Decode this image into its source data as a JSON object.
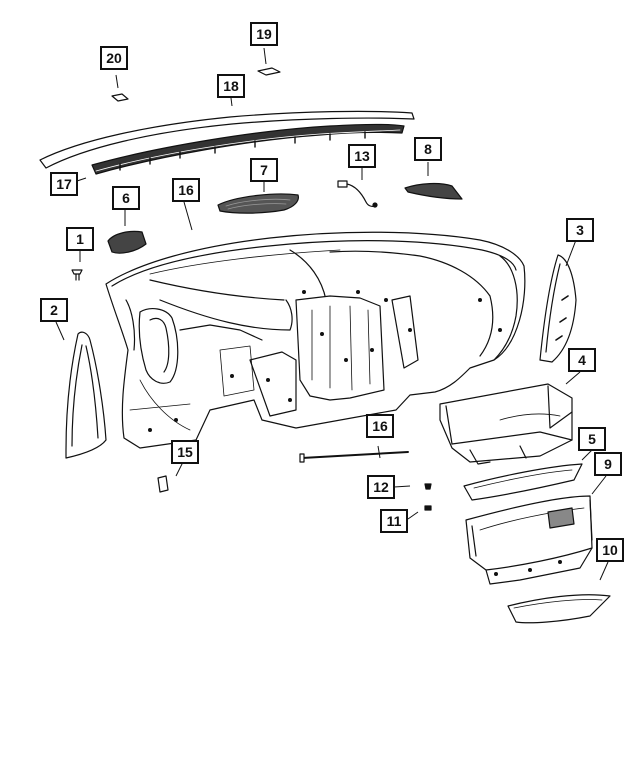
{
  "diagram": {
    "callouts": [
      {
        "id": "c1",
        "label": "1"
      },
      {
        "id": "c2",
        "label": "2"
      },
      {
        "id": "c3",
        "label": "3"
      },
      {
        "id": "c4",
        "label": "4"
      },
      {
        "id": "c5",
        "label": "5"
      },
      {
        "id": "c6",
        "label": "6"
      },
      {
        "id": "c7",
        "label": "7"
      },
      {
        "id": "c8",
        "label": "8"
      },
      {
        "id": "c9",
        "label": "9"
      },
      {
        "id": "c10",
        "label": "10"
      },
      {
        "id": "c11",
        "label": "11"
      },
      {
        "id": "c12",
        "label": "12"
      },
      {
        "id": "c13",
        "label": "13"
      },
      {
        "id": "c15",
        "label": "15"
      },
      {
        "id": "c16a",
        "label": "16"
      },
      {
        "id": "c16b",
        "label": "16"
      },
      {
        "id": "c17",
        "label": "17"
      },
      {
        "id": "c18",
        "label": "18"
      },
      {
        "id": "c19",
        "label": "19"
      },
      {
        "id": "c20",
        "label": "20"
      }
    ],
    "colors": {
      "line": "#111111",
      "fill": "#ffffff",
      "shade": "#cfcfcf",
      "dark": "#555555"
    }
  }
}
